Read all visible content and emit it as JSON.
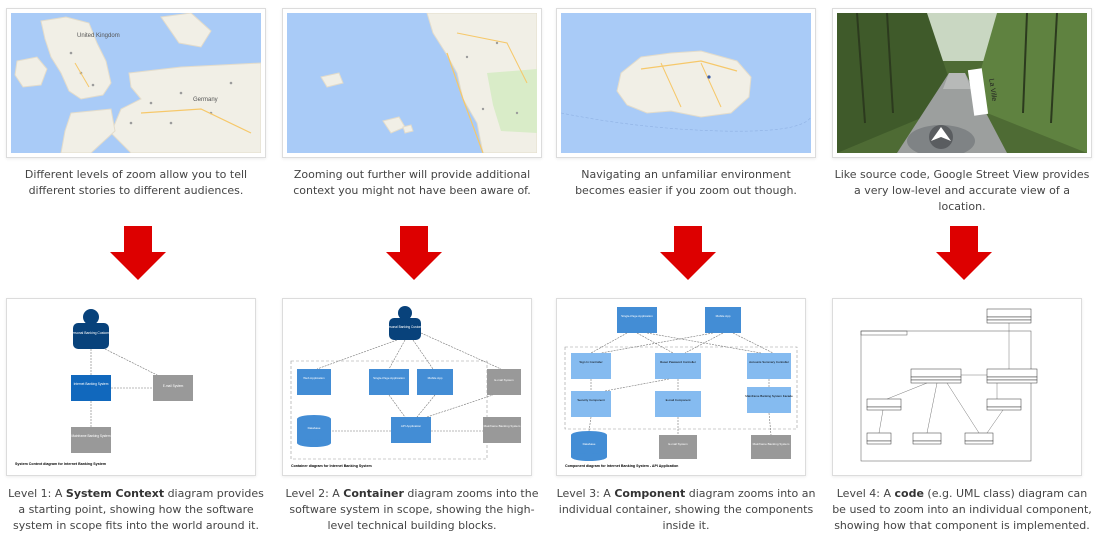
{
  "top_captions": [
    "Different levels of zoom allow you to tell different stories to different audiences.",
    "Zooming out further will provide additional context you might not have been aware of.",
    "Navigating an unfamiliar environment becomes easier if you zoom out though.",
    "Like source code, Google Street View provides a very low-level and accurate view of a location."
  ],
  "map_labels": {
    "uk": "United Kingdom",
    "germany": "Germany",
    "street_sign": "La Ville"
  },
  "levels": [
    {
      "prefix": "Level 1: A ",
      "term": "System Context",
      "suffix": " diagram provides a starting point, showing how the software system in scope fits into the world around it."
    },
    {
      "prefix": "Level 2: A ",
      "term": "Container",
      "suffix": " diagram zooms into the software system in scope, showing the high-level technical building blocks."
    },
    {
      "prefix": "Level 3: A ",
      "term": "Component",
      "suffix": " diagram zooms into an individual container, showing the components inside it."
    },
    {
      "prefix": "Level 4: A ",
      "term": "code",
      "suffix": " (e.g. UML class) diagram can be used to zoom into an individual component, showing how that component is implemented."
    }
  ],
  "diagram_titles": [
    "System Context diagram for Internet Banking System",
    "Container diagram for Internet Banking System",
    "Component diagram for Internet Banking System - API Application",
    ""
  ],
  "diagram_boxes": {
    "d1": [
      "Personal Banking Customer",
      "Internet Banking System",
      "E-mail System",
      "Mainframe Banking System"
    ],
    "d2": [
      "Personal Banking Customer",
      "Web Application",
      "Single-Page Application",
      "Mobile App",
      "E-mail System",
      "Database",
      "API Application",
      "Mainframe Banking System"
    ],
    "d3": [
      "Single-Page Application",
      "Mobile App",
      "Sign In Controller",
      "Reset Password Controller",
      "Accounts Summary Controller",
      "Security Component",
      "E-mail Component",
      "Mainframe Banking System Facade",
      "Database",
      "E-mail System",
      "Mainframe Banking System"
    ]
  },
  "colors": {
    "arrow_red": "#dd0000",
    "person_blue": "#08427b",
    "system_blue": "#1168bd",
    "container_blue": "#438dd5",
    "component_blue": "#85bbf0",
    "external_grey": "#999999",
    "sea": "#a9cbf7",
    "land": "#f1efe6"
  },
  "icons": [
    "down-arrow-icon",
    "person-icon",
    "street-view-arrow-icon"
  ]
}
